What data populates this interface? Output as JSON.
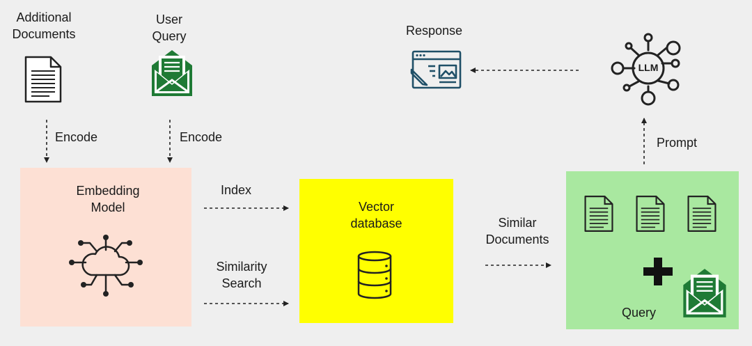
{
  "sources": {
    "additional_documents": "Additional\nDocuments",
    "user_query": "User\nQuery"
  },
  "edges": {
    "encode_left": "Encode",
    "encode_right": "Encode",
    "index": "Index",
    "similarity_search": "Similarity\nSearch",
    "similar_documents": "Similar\nDocuments",
    "prompt": "Prompt"
  },
  "nodes": {
    "embedding_model": "Embedding\nModel",
    "vector_database": "Vector\ndatabase",
    "query": "Query",
    "response": "Response",
    "llm": "LLM"
  },
  "icons": {
    "document": "document-icon",
    "envelope": "envelope-icon",
    "cloud": "cloud-network-icon",
    "database": "database-icon",
    "plus": "plus-icon",
    "browser": "browser-window-icon",
    "llm": "llm-network-icon"
  },
  "colors": {
    "embedding_box": "#fde0d4",
    "vector_box": "#ffff00",
    "context_box": "#a9e8a0",
    "envelope_green": "#1f7a35",
    "response_teal": "#1f4f67",
    "line": "#222222"
  }
}
